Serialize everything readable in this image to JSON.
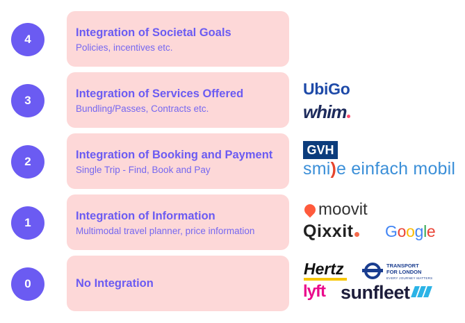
{
  "levels": [
    {
      "number": "4",
      "title": "Integration of Societal Goals",
      "subtitle": "Policies, incentives etc."
    },
    {
      "number": "3",
      "title": "Integration of Services Offered",
      "subtitle": "Bundling/Passes, Contracts etc."
    },
    {
      "number": "2",
      "title": "Integration of Booking and Payment",
      "subtitle": "Single Trip - Find, Book and Pay"
    },
    {
      "number": "1",
      "title": "Integration of Information",
      "subtitle": "Multimodal travel planner, price information"
    },
    {
      "number": "0",
      "title": "No Integration"
    }
  ],
  "logos": {
    "ubigo": "UbiGo",
    "whim": "whim",
    "gvh": "GVH",
    "smile_a": "smi",
    "smile_paren": ")",
    "smile_b": "e einfach mobil",
    "moovit": "moovit",
    "qixxit": "Qixxit",
    "google": [
      "G",
      "o",
      "o",
      "g",
      "l",
      "e"
    ],
    "hertz": "Hertz",
    "tfl_line1": "TRANSPORT",
    "tfl_line2": "FOR LONDON",
    "tfl_tagline": "EVERY JOURNEY MATTERS",
    "lyft": "lyft",
    "sunfleet": "sunfleet"
  },
  "colors": {
    "accent": "#6b5bf2",
    "box_bg": "#fdd8d8",
    "google": [
      "#4285F4",
      "#EA4335",
      "#FBBC05",
      "#4285F4",
      "#34A853",
      "#EA4335"
    ]
  }
}
